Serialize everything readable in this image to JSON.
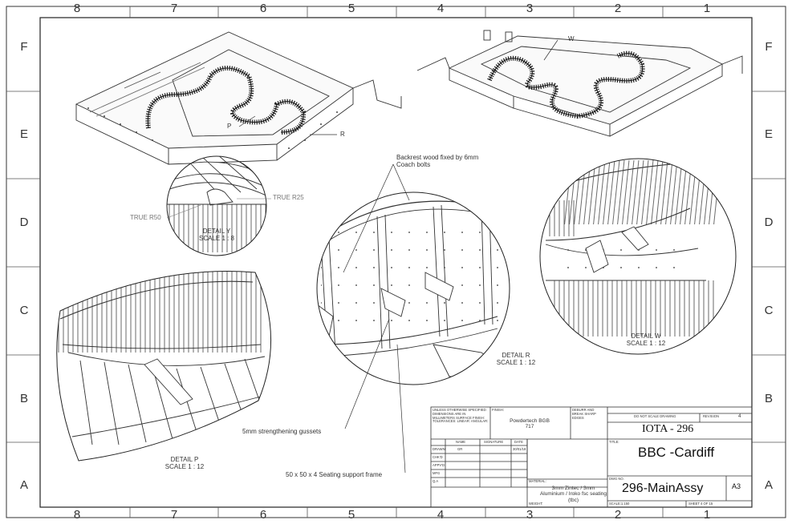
{
  "zones": {
    "columns": [
      "8",
      "7",
      "6",
      "5",
      "4",
      "3",
      "2",
      "1"
    ],
    "rows": [
      "F",
      "E",
      "D",
      "C",
      "B",
      "A"
    ]
  },
  "callouts": {
    "w": "W",
    "p": "P",
    "r": "R",
    "true_r25": "TRUE R25",
    "true_r50": "TRUE R50",
    "backrest": "Backrest wood fixed by 6mm Coach bolts",
    "gussets": "5mm strengthening gussets",
    "frame": "50 x 50 x 4  Seating support frame"
  },
  "details": {
    "y": {
      "name": "DETAIL Y",
      "scale": "SCALE 1 : 8"
    },
    "w": {
      "name": "DETAIL W",
      "scale": "SCALE 1 : 12"
    },
    "r": {
      "name": "DETAIL R",
      "scale": "SCALE 1 : 12"
    },
    "p": {
      "name": "DETAIL P",
      "scale": "SCALE 1 : 12"
    }
  },
  "title_block": {
    "unless_note": "UNLESS OTHERWISE SPECIFIED: DIMENSIONS ARE IN MILLIMETERS SURFACE FINISH: TOLERANCES: LINEAR: ANGULAR:",
    "finish_label": "FINISH:",
    "finish_value": "Powdertech BGB 717",
    "deburr": "DEBURR AND BREAK SHARP EDGES",
    "do_not_scale": "DO NOT SCALE DRAWING",
    "revision_label": "REVISION",
    "revision_value": "4",
    "project": "IOTA - 296",
    "title_label": "TITLE:",
    "title_value": "BBC -Cardiff",
    "col_name": "NAME",
    "col_signature": "SIGNATURE",
    "col_date": "DATE",
    "rows": [
      "DRAWN",
      "CHK'D",
      "APPV'D",
      "MFG",
      "Q.A"
    ],
    "drawn_name": "GR",
    "drawn_date": "30/01/18",
    "material_label": "MATERIAL:",
    "material_value": "3mm Zintec / 3mm Aluminium / Iroko fsc seating (tbc)",
    "dwg_label": "DWG NO.",
    "dwg_value": "296-MainAssy",
    "size": "A3",
    "weight_label": "WEIGHT:",
    "scale": "SCALE:1:150",
    "sheet": "SHEET 4 OF 15"
  }
}
